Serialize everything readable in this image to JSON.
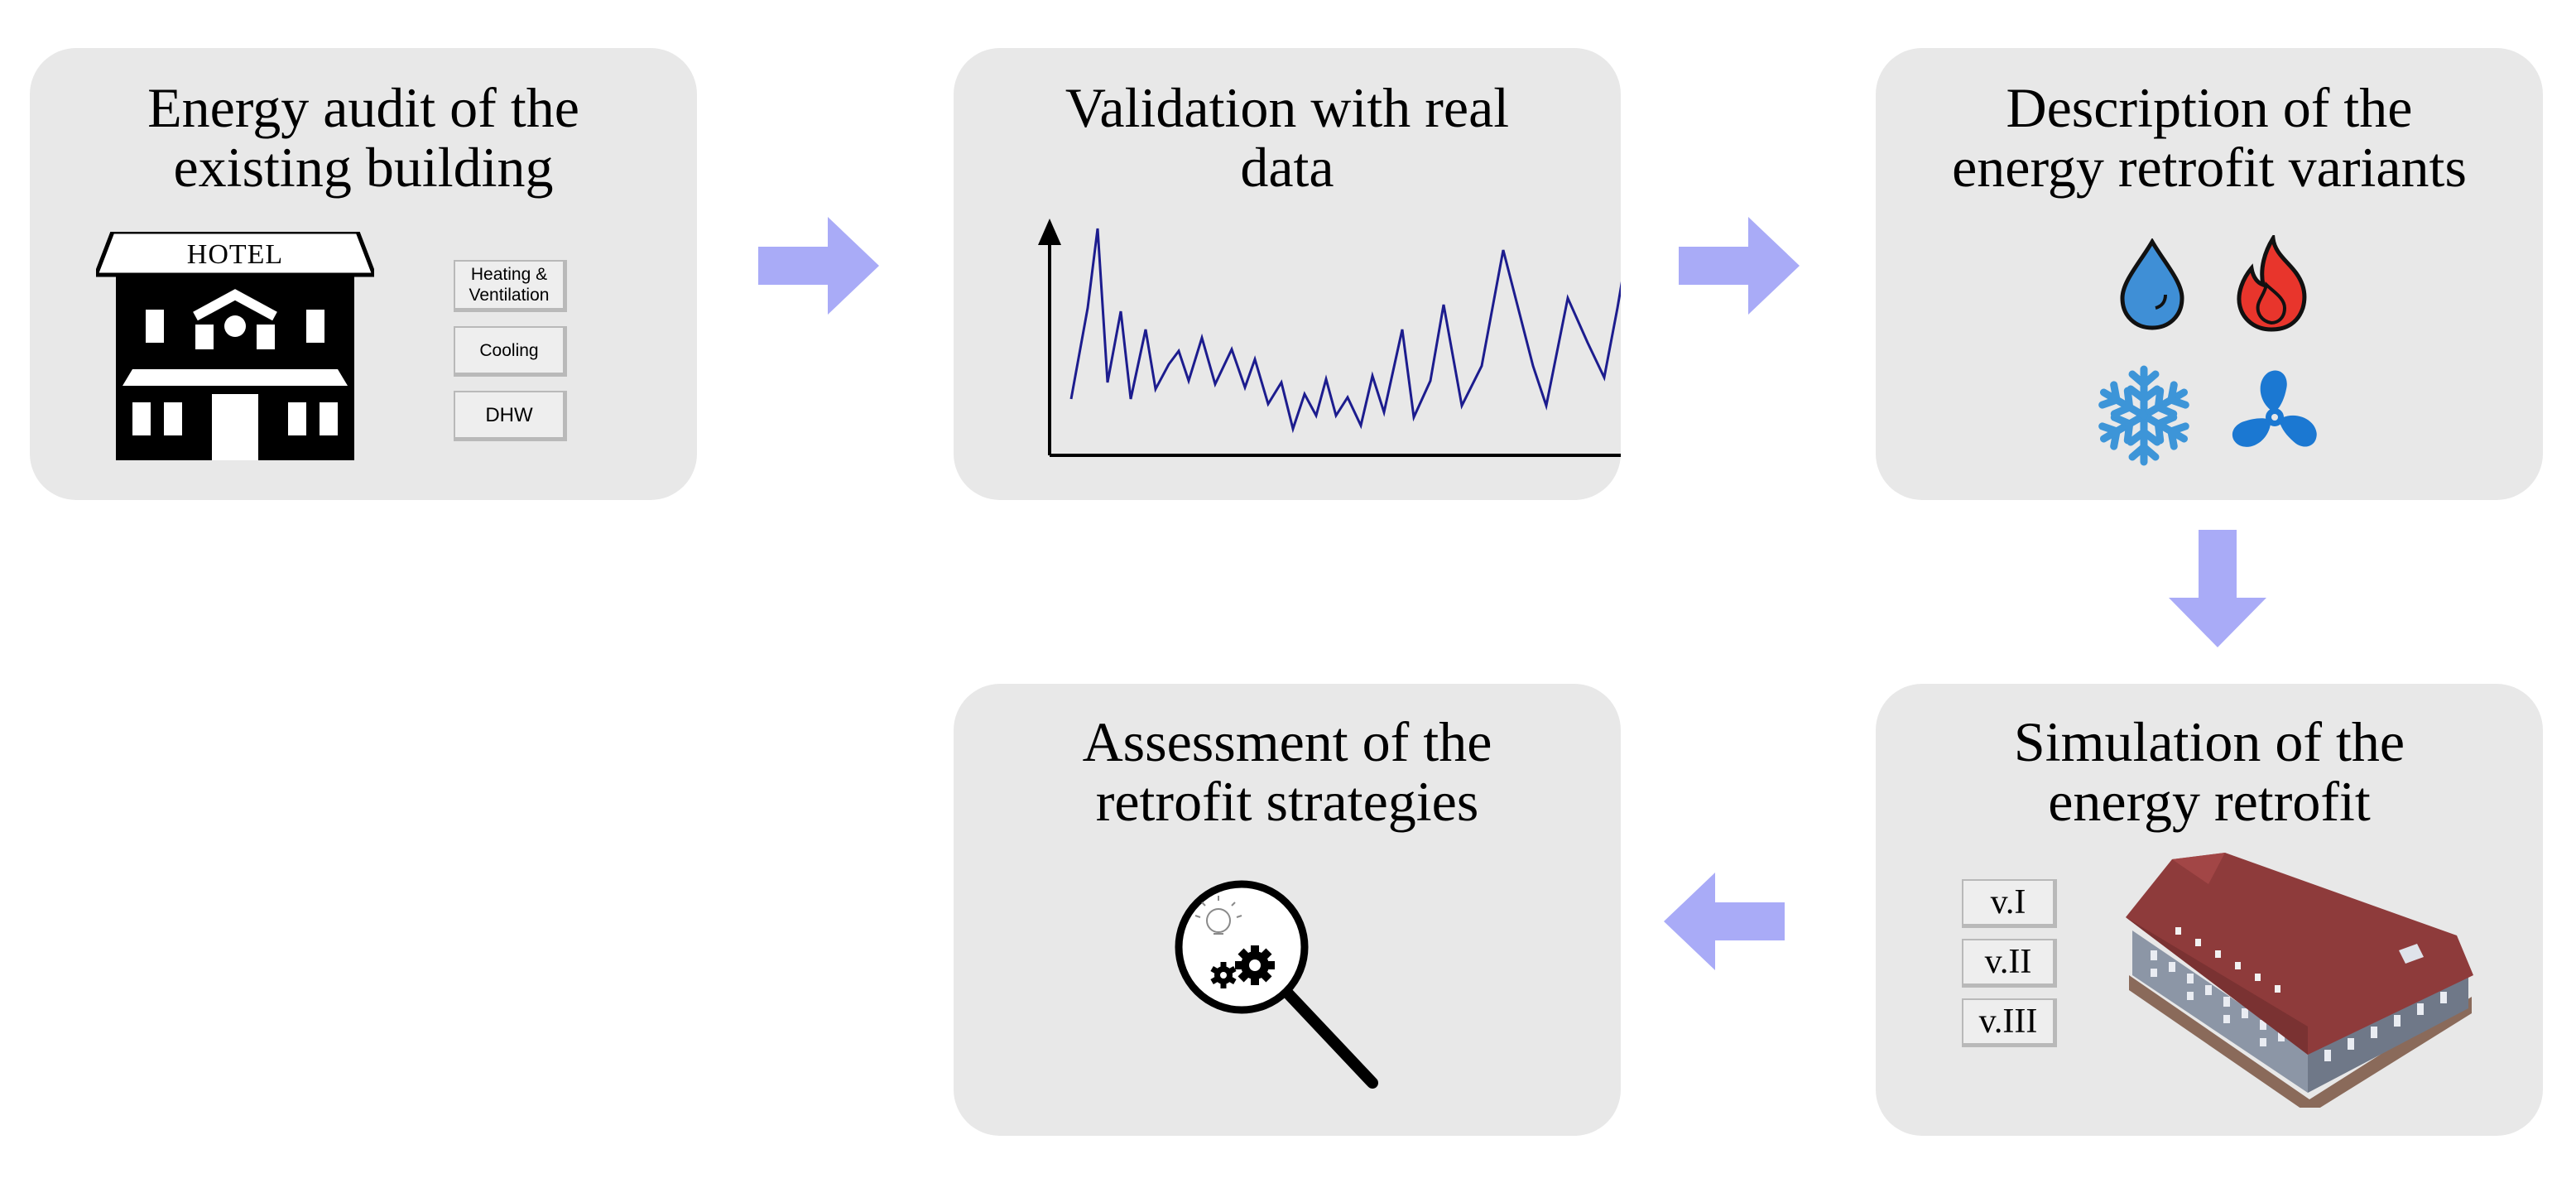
{
  "colors": {
    "panel_bg": "#e8e8e8",
    "arrow": "#a9abf7",
    "chart_line": "#1c1c8e",
    "water": "#3f8fd6",
    "flame": "#e8352c",
    "cool": "#3d95d8",
    "fan": "#1b78d2",
    "roof": "#8e3b3b"
  },
  "panels": {
    "energy_audit": {
      "title": "Energy audit of the\nexisting building",
      "hotel_sign": "HOTEL",
      "systems": [
        "Heating &\nVentilation",
        "Cooling",
        "DHW"
      ]
    },
    "validation": {
      "title": "Validation with real\ndata"
    },
    "variants": {
      "title": "Description of the\nenergy retrofit variants",
      "icons": [
        "water-drop-icon",
        "flame-icon",
        "snowflake-icon",
        "fan-icon"
      ]
    },
    "simulation": {
      "title": "Simulation of the\nenergy retrofit",
      "variants": [
        "v.I",
        "v.II",
        "v.III"
      ]
    },
    "assessment": {
      "title": "Assessment of the\nretrofit strategies"
    }
  },
  "flow_arrows": [
    "right",
    "right",
    "down",
    "left"
  ]
}
